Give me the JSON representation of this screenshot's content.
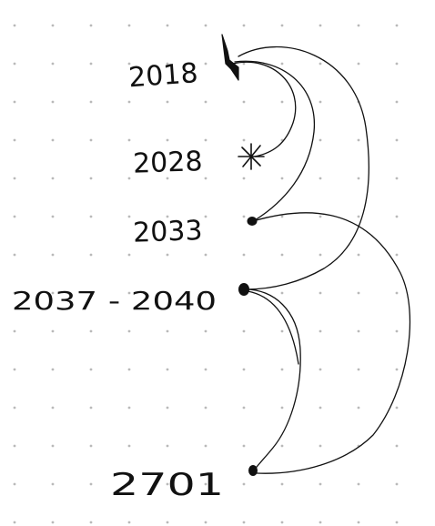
{
  "labels": {
    "y2018": "2018",
    "y2028": "2028",
    "y2033": "2033",
    "y2037_2040": "2037 - 2040",
    "y2701": "2701"
  },
  "colors": {
    "ink": "#111111",
    "grid_dot": "#b9b9b9",
    "background": "#ffffff"
  },
  "marker_icons": {
    "y2018": "thorn-mark-icon",
    "y2028": "asterisk-icon",
    "y2033": "dot-icon",
    "y2037_2040": "dot-icon",
    "y2701": "dot-icon"
  }
}
